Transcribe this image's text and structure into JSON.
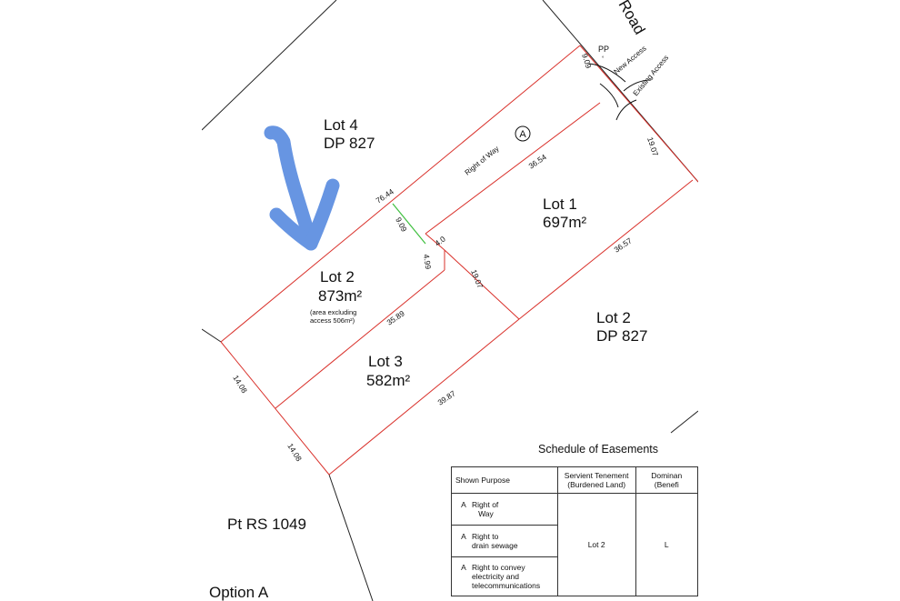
{
  "plan": {
    "road_label": "Road",
    "pp_label": "PP",
    "new_access_label": "New Access",
    "existing_access_label": "Existing Access",
    "right_of_way_label": "Right of Way",
    "easement_marker": "A",
    "lot4": {
      "name": "Lot 4",
      "dp": "DP 827"
    },
    "lot1": {
      "name": "Lot 1",
      "area": "697m²"
    },
    "lot2": {
      "name": "Lot 2",
      "area": "873m²",
      "note_line1": "(area excluding",
      "note_line2": "access 506m²)"
    },
    "lot3": {
      "name": "Lot 3",
      "area": "582m²"
    },
    "lot2_dp": {
      "name": "Lot 2",
      "dp": "DP 827"
    },
    "pt_rs": "Pt RS 1049",
    "option": "Option A",
    "dims": {
      "d_9_09_top": "9.09",
      "d_19_07_right": "19.07",
      "d_36_54": "36.54",
      "d_76_44": "76.44",
      "d_9_09_mid": "9.09",
      "d_4_0": "4.0",
      "d_4_99": "4.99",
      "d_19_07_mid": "19.07",
      "d_36_57": "36.57",
      "d_35_89": "35.89",
      "d_14_08_a": "14.08",
      "d_14_08_b": "14.08",
      "d_39_87": "39.87"
    }
  },
  "schedule": {
    "title": "Schedule of Easements",
    "headers": {
      "shown_purpose": "Shown  Purpose",
      "servient_line1": "Servient Tenement",
      "servient_line2": "(Burdened Land)",
      "dominant_line1": "Dominan",
      "dominant_line2": "(Benefi"
    },
    "rows": [
      {
        "shown": "A",
        "purpose_line1": "Right of",
        "purpose_line2": "Way"
      },
      {
        "shown": "A",
        "purpose_line1": "Right to",
        "purpose_line2": "drain sewage"
      },
      {
        "shown": "A",
        "purpose_line1": "Right to convey",
        "purpose_line2": "electricity and",
        "purpose_line3": "telecommunications"
      }
    ],
    "servient_value": "Lot 2",
    "dominant_value": "L"
  },
  "colors": {
    "boundary": "#d9302a",
    "existing_boundary": "#222222",
    "row_link": "#3fbf3f",
    "arrow": "#5b8de0"
  },
  "icons": {
    "arrow": "hand-drawn-arrow-icon",
    "easement_marker": "circled-a-icon"
  }
}
